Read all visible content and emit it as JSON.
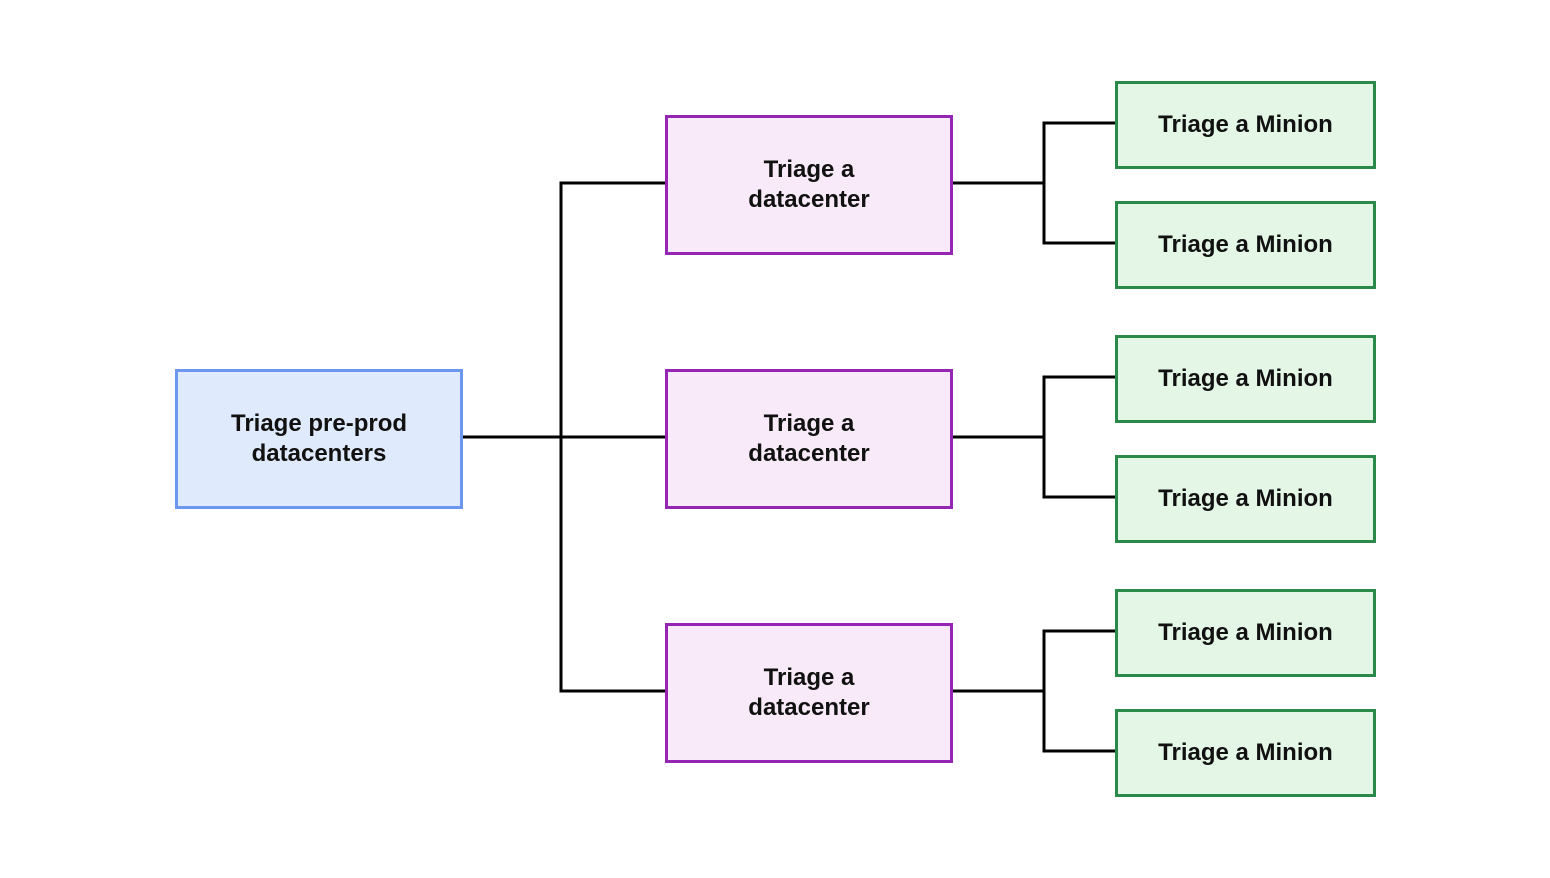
{
  "colors": {
    "root_fill": "#dfeafc",
    "root_border": "#6b97ee",
    "datacenter_fill": "#f8eaf8",
    "datacenter_border": "#9526b3",
    "minion_fill": "#e4f6e6",
    "minion_border": "#2b8a4a",
    "connector": "#000000"
  },
  "root": {
    "label": "Triage pre-prod datacenters"
  },
  "datacenters": [
    {
      "label": "Triage a datacenter",
      "minions": [
        {
          "label": "Triage a Minion"
        },
        {
          "label": "Triage a Minion"
        }
      ]
    },
    {
      "label": "Triage a datacenter",
      "minions": [
        {
          "label": "Triage a Minion"
        },
        {
          "label": "Triage a Minion"
        }
      ]
    },
    {
      "label": "Triage a datacenter",
      "minions": [
        {
          "label": "Triage a Minion"
        },
        {
          "label": "Triage a Minion"
        }
      ]
    }
  ]
}
